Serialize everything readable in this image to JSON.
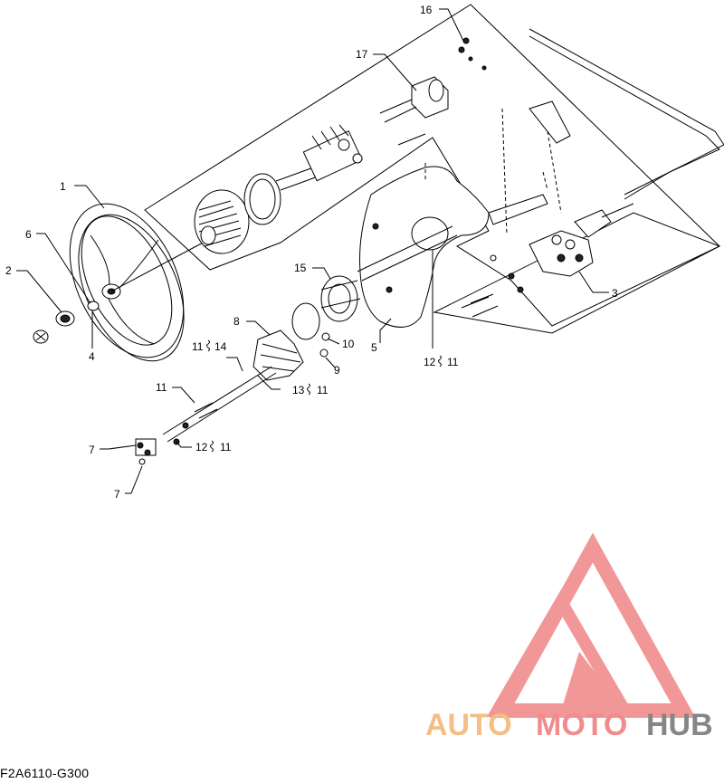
{
  "callouts": [
    {
      "id": "c1",
      "text": "1"
    },
    {
      "id": "c2",
      "text": "2"
    },
    {
      "id": "c3",
      "text": "3"
    },
    {
      "id": "c4",
      "text": "4"
    },
    {
      "id": "c5",
      "text": "5"
    },
    {
      "id": "c6",
      "text": "6"
    },
    {
      "id": "c7a",
      "text": "7"
    },
    {
      "id": "c7b",
      "text": "7"
    },
    {
      "id": "c8",
      "text": "8"
    },
    {
      "id": "c9",
      "text": "9"
    },
    {
      "id": "c10",
      "text": "10"
    },
    {
      "id": "c11",
      "text": "11"
    },
    {
      "id": "c15",
      "text": "15"
    },
    {
      "id": "c16",
      "text": "16"
    },
    {
      "id": "c17",
      "text": "17"
    }
  ],
  "groups": {
    "g11_14": {
      "a": "11",
      "b": "14"
    },
    "g13_11": {
      "a": "13",
      "b": "11"
    },
    "g12_11a": {
      "a": "12",
      "b": "11"
    },
    "g12_11b": {
      "a": "12",
      "b": "11"
    }
  },
  "logo": {
    "text_auto": "AUTO",
    "text_moto": "MOTO",
    "text_hub": "HUB",
    "color_triangle": "#f08c8c",
    "color_auto": "#f5b87a",
    "color_moto": "#f08080",
    "color_hub": "#7a7a7a"
  },
  "figure_code": "F2A6110-G300"
}
